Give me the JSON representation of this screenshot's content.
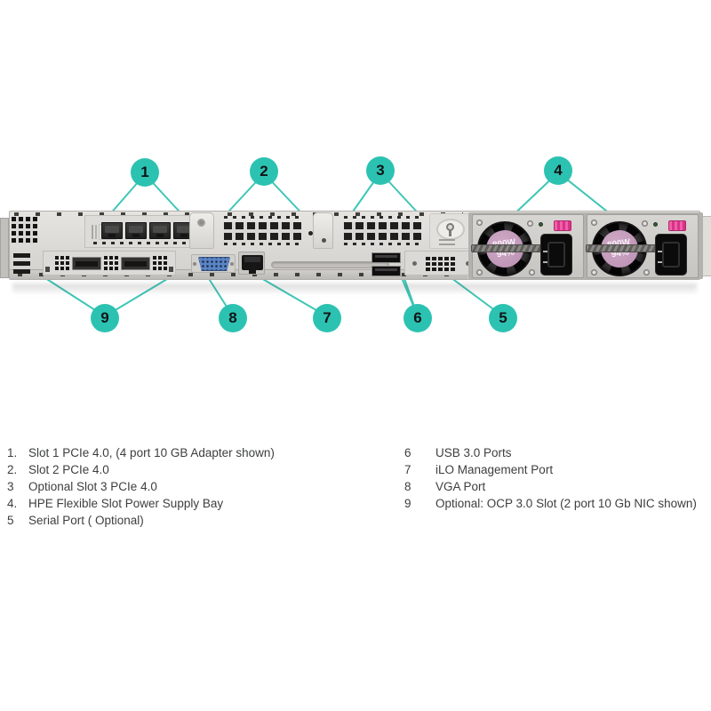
{
  "callouts": [
    {
      "number": "1"
    },
    {
      "number": "2"
    },
    {
      "number": "3"
    },
    {
      "number": "4"
    },
    {
      "number": "5"
    },
    {
      "number": "6"
    },
    {
      "number": "7"
    },
    {
      "number": "8"
    },
    {
      "number": "9"
    }
  ],
  "legend": {
    "left": [
      {
        "num": "1.",
        "text": "Slot 1 PCIe 4.0, (4 port 10 GB Adapter shown)"
      },
      {
        "num": "2.",
        "text": "Slot 2 PCIe 4.0"
      },
      {
        "num": "3",
        "text": "Optional Slot 3 PCIe 4.0"
      },
      {
        "num": "4.",
        "text": "HPE Flexible Slot Power Supply Bay"
      },
      {
        "num": "5",
        "text": "Serial Port ( Optional)"
      }
    ],
    "right": [
      {
        "num": "6",
        "text": "USB 3.0 Ports"
      },
      {
        "num": "7",
        "text": "iLO Management Port"
      },
      {
        "num": "8",
        "text": "VGA Port"
      },
      {
        "num": "9",
        "text": "Optional: OCP 3.0 Slot (2 port 10 Gb NIC shown)"
      }
    ]
  },
  "psu": {
    "wattage": "800W",
    "efficiency": "94%"
  },
  "colors": {
    "callout_teal": "#2cc2b2",
    "line_teal": "#3ec6b6",
    "vga_blue": "#5b84c4",
    "psu_label_pink": "#bf97b8",
    "psu_clip_magenta": "#d63488",
    "chassis_gray": "#d6d4d0",
    "legend_text": "#3d3e3e"
  }
}
